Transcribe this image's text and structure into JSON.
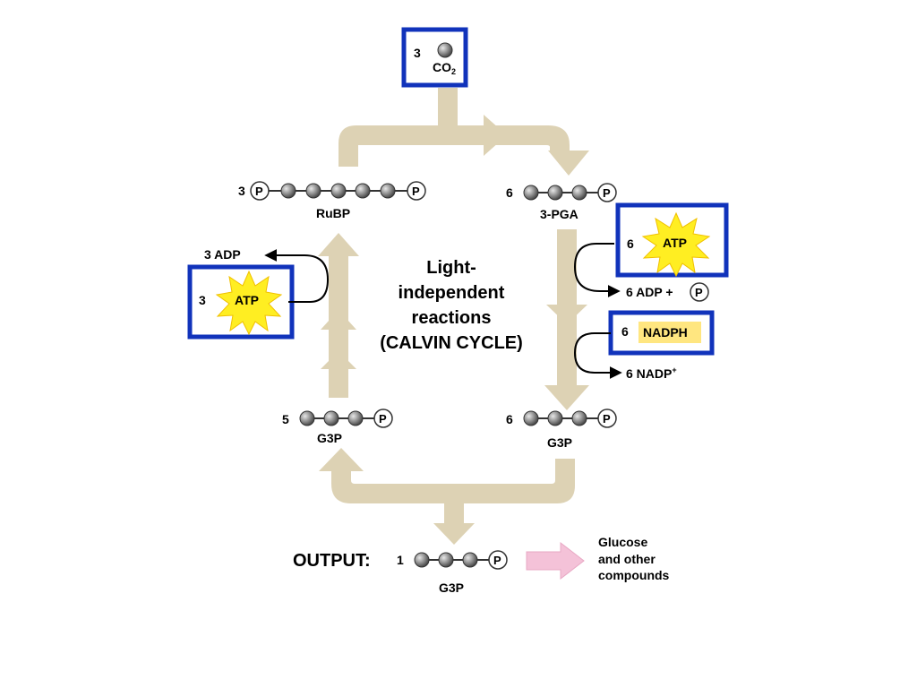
{
  "co2": {
    "count": "3",
    "label": "CO",
    "sub": "2"
  },
  "rubp": {
    "count": "3",
    "p_left": "P",
    "p_right": "P",
    "label": "RuBP"
  },
  "pga": {
    "count": "6",
    "p": "P",
    "label": "3-PGA"
  },
  "atp_right": {
    "count": "6",
    "label": "ATP"
  },
  "adp_right": {
    "text": "6 ADP +",
    "p": "P"
  },
  "nadph": {
    "count": "6",
    "label": "NADPH"
  },
  "nadp": {
    "text": "6 NADP",
    "sup": "+"
  },
  "g3p_right": {
    "count": "6",
    "p": "P",
    "label": "G3P"
  },
  "g3p_left": {
    "count": "5",
    "p": "P",
    "label": "G3P"
  },
  "adp_left": {
    "text": "3 ADP"
  },
  "atp_left": {
    "count": "3",
    "label": "ATP"
  },
  "center": {
    "line1": "Light-",
    "line2": "independent",
    "line3": "reactions",
    "line4": "(CALVIN CYCLE)"
  },
  "output": {
    "label": "OUTPUT:",
    "count": "1",
    "p": "P",
    "g3p": "G3P"
  },
  "glucose": {
    "line1": "Glucose",
    "line2": "and other",
    "line3": "compounds"
  },
  "colors": {
    "arrow": "#ddd2b4",
    "box": "#1133bb",
    "star": "#ffee22",
    "nadph_bg": "#ffe680",
    "pink": "#f4c2d8",
    "ball": "#8a8a8a"
  }
}
